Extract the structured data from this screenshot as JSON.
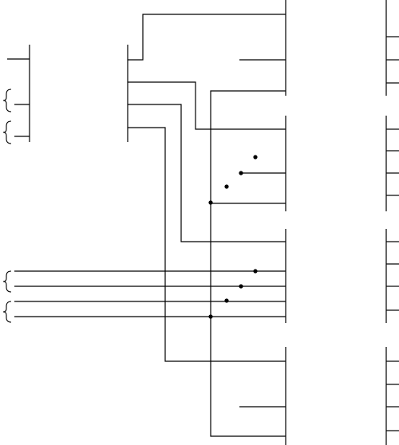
{
  "diagram": {
    "kind": "wiring schematic, no visible text labels",
    "colors": {
      "line": "#000000",
      "background": "#ffffff"
    },
    "marks": {
      "brace_count": 4,
      "junction_dot_count": 8
    }
  }
}
